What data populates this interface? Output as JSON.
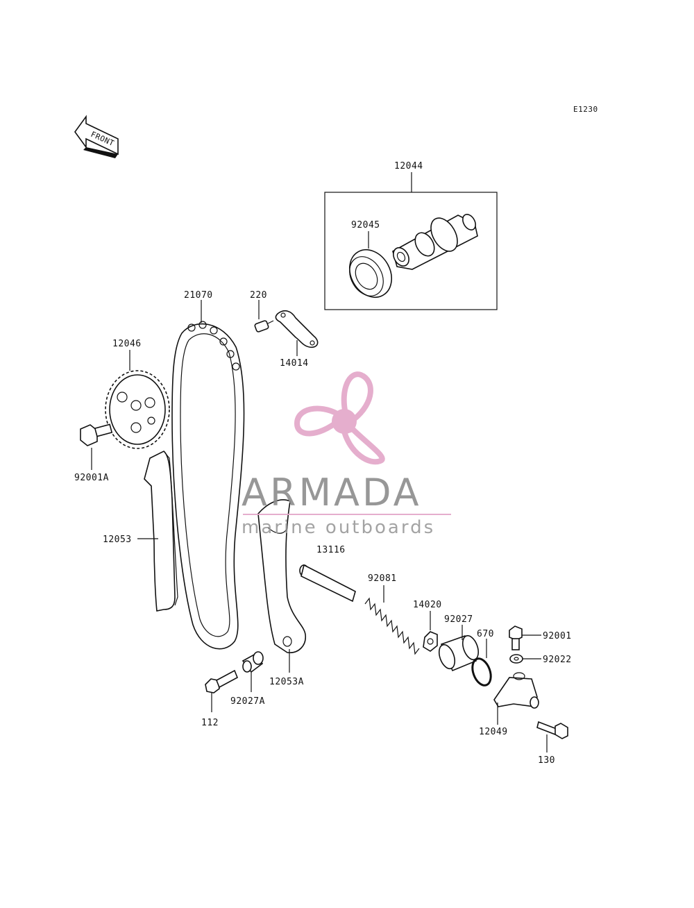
{
  "diagram_code": "E1230",
  "front_label": "FRONT",
  "parts": {
    "camshaft_assy": "12044",
    "bearing": "92045",
    "chain": "21070",
    "screw_220": "220",
    "plate": "14014",
    "sprocket": "12046",
    "bolt_sprocket": "92001A",
    "guide": "12053",
    "guide_a": "12053A",
    "rod": "13116",
    "spring": "92081",
    "nut": "14020",
    "collar": "92027",
    "oring": "670",
    "bolt_92001": "92001",
    "washer": "92022",
    "tensioner": "12049",
    "bolt_130": "130",
    "bolt_112": "112",
    "collar_a": "92027A"
  },
  "watermark": {
    "brand": "ARMADA",
    "tagline": "marine outboards",
    "colors": {
      "logo": "#e3a6c8",
      "text": "#8c8c8c",
      "line": "#e3a6c8"
    }
  }
}
